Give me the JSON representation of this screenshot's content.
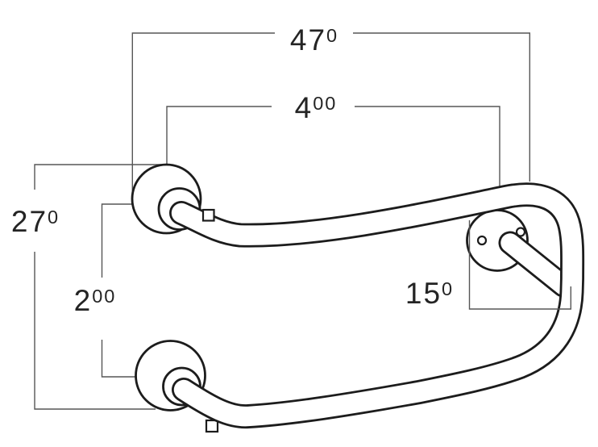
{
  "drawing": {
    "kind": "technical-dimension-diagram",
    "ink_color": "#1c1c1c",
    "dimension_line_color": "#565656",
    "background_color": "#ffffff",
    "labels": {
      "overall_width": "470",
      "inner_width": "400",
      "left_height": "270",
      "flange_spacing": "200",
      "bracket_offset": "150"
    }
  }
}
